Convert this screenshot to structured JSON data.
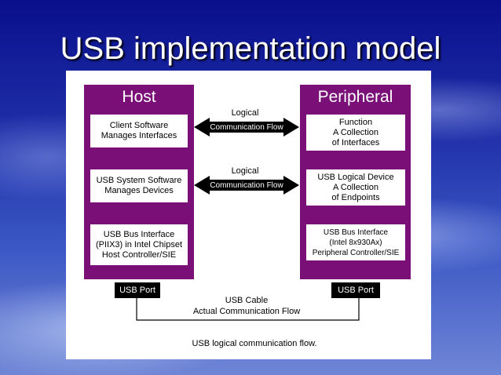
{
  "slide": {
    "title": "USB implementation model"
  },
  "host": {
    "title": "Host",
    "boxes": [
      {
        "lines": [
          "Client Software",
          "Manages Interfaces"
        ]
      },
      {
        "lines": [
          "USB System Software",
          "Manages Devices"
        ]
      },
      {
        "lines": [
          "USB Bus Interface",
          "(PIIX3) in Intel Chipset",
          "Host Controller/SIE"
        ]
      }
    ],
    "port": "USB Port"
  },
  "peripheral": {
    "title": "Peripheral",
    "boxes": [
      {
        "lines": [
          "Function",
          "A Collection",
          "of Interfaces"
        ]
      },
      {
        "lines": [
          "USB Logical Device",
          "A Collection",
          "of Endpoints"
        ]
      },
      {
        "lines": [
          "USB Bus Interface",
          "(Intel 8x930Ax)",
          "Peripheral Controller/SIE"
        ]
      }
    ],
    "port": "USB Port"
  },
  "flows": [
    {
      "label": "Logical",
      "arrow_text": "Communication Flow"
    },
    {
      "label": "Logical",
      "arrow_text": "Communication Flow"
    }
  ],
  "cable": {
    "line1": "USB Cable",
    "line2": "Actual Communication Flow"
  },
  "caption": "USB logical communication flow."
}
